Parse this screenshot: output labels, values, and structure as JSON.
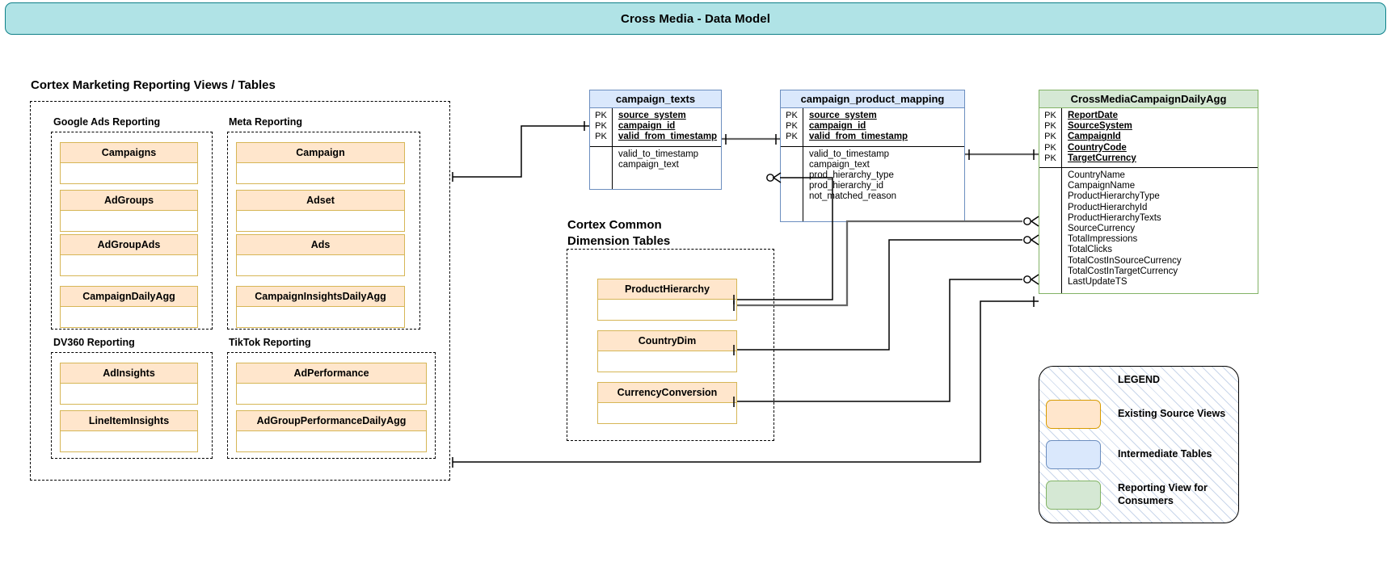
{
  "header": {
    "title": "Cross Media - Data Model"
  },
  "sections": {
    "reporting_heading": "Cortex Marketing Reporting Views / Tables",
    "dimension_heading": "Cortex Common\nDimension Tables"
  },
  "reporting_groups": [
    {
      "label": "Google Ads Reporting",
      "entities": [
        "Campaigns",
        "AdGroups",
        "AdGroupAds",
        "CampaignDailyAgg"
      ]
    },
    {
      "label": "Meta Reporting",
      "entities": [
        "Campaign",
        "Adset",
        "Ads",
        "CampaignInsightsDailyAgg"
      ]
    },
    {
      "label": "DV360 Reporting",
      "entities": [
        "AdInsights",
        "LineItemInsights"
      ]
    },
    {
      "label": "TikTok Reporting",
      "entities": [
        "AdPerformance",
        "AdGroupPerformanceDailyAgg"
      ]
    }
  ],
  "dimension_tables": [
    "ProductHierarchy",
    "CountryDim",
    "CurrencyConversion"
  ],
  "er_tables": {
    "campaign_texts": {
      "title": "campaign_texts",
      "key_label": "PK",
      "pk_fields": [
        "source_system",
        "campaign_id",
        "valid_from_timestamp"
      ],
      "attr_fields": [
        "valid_to_timestamp",
        "campaign_text"
      ]
    },
    "campaign_product_mapping": {
      "title": "campaign_product_mapping",
      "key_label": "PK",
      "pk_fields": [
        "source_system",
        "campaign_id",
        "valid_from_timestamp"
      ],
      "attr_fields": [
        "valid_to_timestamp",
        "campaign_text",
        "prod_hierarchy_type",
        "prod_hierarchy_id",
        "not_matched_reason"
      ]
    },
    "cross_media_campaign_daily_agg": {
      "title": "CrossMediaCampaignDailyAgg",
      "key_label": "PK",
      "pk_fields": [
        "ReportDate",
        "SourceSystem",
        "CampaignId",
        "CountryCode",
        "TargetCurrency"
      ],
      "attr_fields": [
        "CountryName",
        "CampaignName",
        "ProductHierarchyType",
        "ProductHierarchyId",
        "ProductHierarchyTexts",
        "SourceCurrency",
        "TotalImpressions",
        "TotalClicks",
        "TotalCostInSourceCurrency",
        "TotalCostInTargetCurrency",
        "LastUpdateTS"
      ]
    }
  },
  "legend": {
    "title": "LEGEND",
    "items": [
      {
        "swatch": "orange",
        "label": "Existing Source Views"
      },
      {
        "swatch": "blue",
        "label": "Intermediate Tables"
      },
      {
        "swatch": "green",
        "label": "Reporting View for\nConsumers"
      }
    ]
  },
  "colors": {
    "title_bar_fill": "#b0e3e6",
    "title_bar_stroke": "#0e8088",
    "source_view_fill": "#ffe6cc",
    "source_view_stroke": "#d6b656",
    "intermediate_fill": "#dae8fc",
    "intermediate_stroke": "#6c8ebf",
    "reporting_fill": "#d5e8d4",
    "reporting_stroke": "#82b366",
    "connector": "#000000",
    "connector_thick": "#666666"
  }
}
